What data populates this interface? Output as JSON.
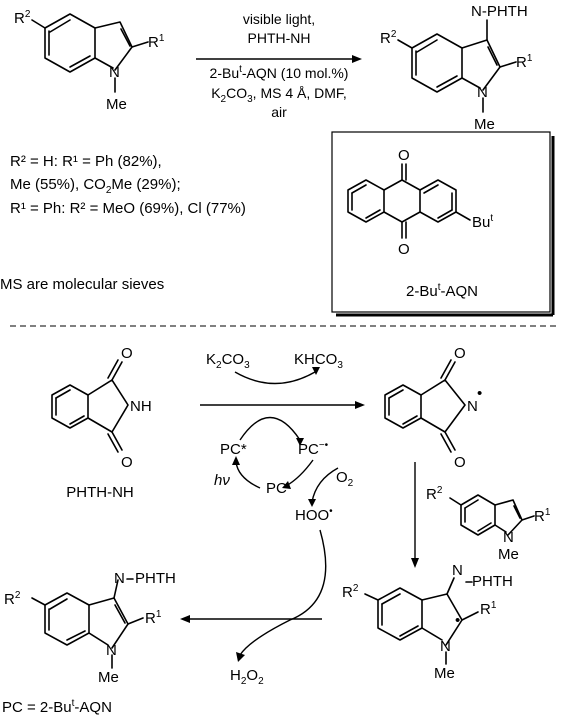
{
  "top_reaction": {
    "r2": "R",
    "r2_sup": "2",
    "r1": "R",
    "r1_sup": "1",
    "n_label": "N",
    "n_me": "Me",
    "cond_1": "visible light,",
    "cond_2": "PHTH-NH",
    "cond_3_pre": "2-Bu",
    "cond_3_sup": "t",
    "cond_3_post": "-AQN (10 mol.%)",
    "cond_4_pre": "K",
    "cond_4_sub": "2",
    "cond_4_mid": "CO",
    "cond_4_sub2": "3",
    "cond_4_post": ", MS 4 Å, DMF,",
    "cond_5": "air",
    "product_sub": "N-PHTH"
  },
  "yields": {
    "line1": "R² = H: R¹ = Ph (82%),",
    "line2_pre": "Me (55%), CO",
    "line2_sub": "2",
    "line2_post": "Me (29%);",
    "line3": "R¹ = Ph: R² = MeO (69%), Cl (77%)",
    "note": "MS are molecular sieves"
  },
  "catalyst_box": {
    "label_pre": "2-Bu",
    "label_sup": "t",
    "label_post": "-AQN",
    "o_top": "O",
    "o_bottom": "O",
    "but_pre": "Bu",
    "but_sup": "t"
  },
  "mechanism": {
    "phth_nh": "PHTH-NH",
    "nh": "NH",
    "o": "O",
    "n_radical": "N",
    "k2co3_pre": "K",
    "k2co3_sub": "2",
    "k2co3_post": "CO",
    "k2co3_sub2": "3",
    "khco3_pre": "KHCO",
    "khco3_sub": "3",
    "pc_star": "PC*",
    "pc_minus": "PC",
    "pc": "PC",
    "hv": "hν",
    "o2_pre": "O",
    "o2_sub": "2",
    "hoo": "HOO",
    "h2o2_pre": "H",
    "h2o2_sub": "2",
    "h2o2_mid": "O",
    "h2o2_sub2": "2",
    "n_phth": "N",
    "phth": "PHTH",
    "pc_def": "PC = 2-Bu",
    "pc_def_sup": "t",
    "pc_def_post": "-AQN"
  }
}
